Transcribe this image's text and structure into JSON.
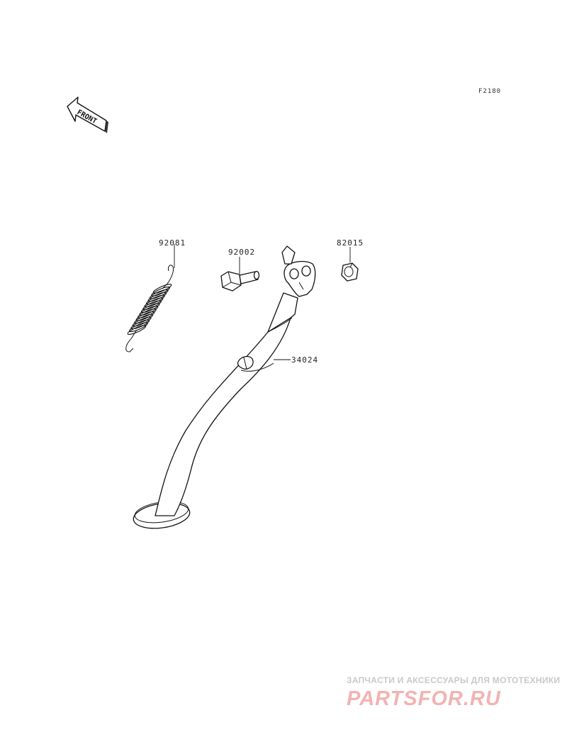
{
  "figure_code": "F2180",
  "front_arrow_label": "FRONT",
  "callouts": {
    "spring": "92081",
    "bolt": "92002",
    "nut": "82015",
    "stand": "34024"
  },
  "watermark": {
    "tagline": "ЗАПЧАСТИ И АКСЕССУАРЫ ДЛЯ МОТОТЕХНИКИ",
    "logo": "PARTSFOR.RU"
  }
}
